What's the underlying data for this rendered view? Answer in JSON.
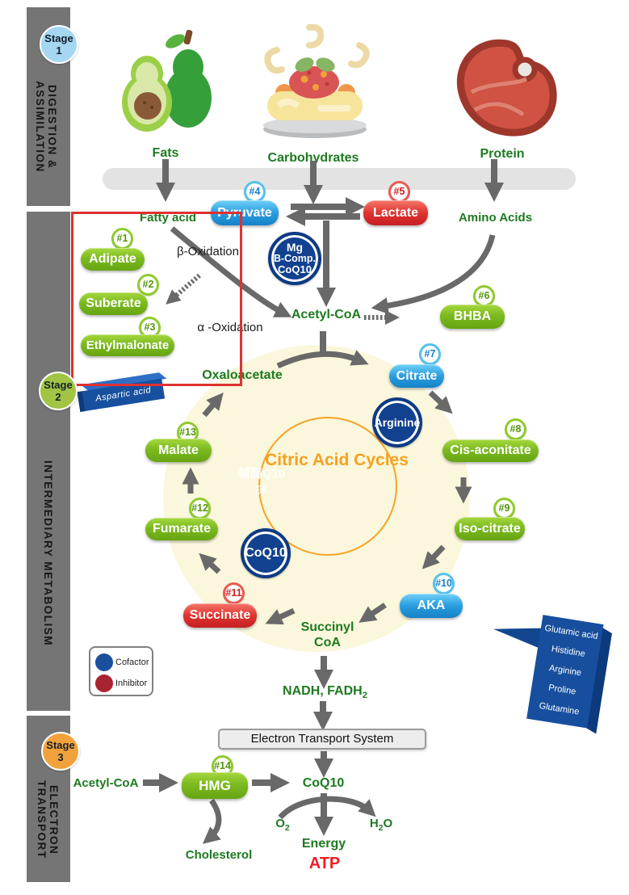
{
  "sidebar": {
    "stages": [
      {
        "word": "Stage",
        "num": "1",
        "lines": [
          "DIGESTION &",
          "ASSIMILATION"
        ]
      },
      {
        "word": "Stage",
        "num": "2",
        "lines": [
          "INTERMEDIARY METABOLISM"
        ]
      },
      {
        "word": "Stage",
        "num": "3",
        "lines": [
          "ELECTRON",
          "TRANSPORT"
        ]
      }
    ]
  },
  "foods": {
    "fats": "Fats",
    "carbohydrates": "Carbohydrates",
    "protein": "Protein"
  },
  "row2": {
    "fatty_acid": "Fatty acid",
    "amino_acids": "Amino Acids"
  },
  "oxidation": {
    "beta": "β-Oxidation",
    "alpha": "α -Oxidation"
  },
  "supplement": {
    "lines": [
      "Mg",
      "B-Comp.",
      "CoQ10"
    ]
  },
  "acetyl_coa": "Acetyl-CoA",
  "pills": {
    "adipate": {
      "num": "#1",
      "label": "Adipate"
    },
    "suberate": {
      "num": "#2",
      "label": "Suberate"
    },
    "ethylmalonate": {
      "num": "#3",
      "label": "Ethylmalonate"
    },
    "pyruvate": {
      "num": "#4",
      "label": "Pyruvate"
    },
    "lactate": {
      "num": "#5",
      "label": "Lactate"
    },
    "bhba": {
      "num": "#6",
      "label": "BHBA"
    },
    "citrate": {
      "num": "#7",
      "label": "Citrate"
    },
    "cis_aconitate": {
      "num": "#8",
      "label": "Cis-aconitate"
    },
    "iso_citrate": {
      "num": "#9",
      "label": "Iso-citrate"
    },
    "aka": {
      "num": "#10",
      "label": "AKA"
    },
    "succinate": {
      "num": "#11",
      "label": "Succinate"
    },
    "fumarate": {
      "num": "#12",
      "label": "Fumarate"
    },
    "malate": {
      "num": "#13",
      "label": "Malate"
    },
    "hmg": {
      "num": "#14",
      "label": "HMG"
    }
  },
  "cycle": {
    "title": "Citric Acid Cycles",
    "watermark": [
      "辅酶Q10",
      "环"
    ],
    "oxaloacetate": "Oxaloacetate",
    "succinyl": [
      "Succinyl",
      "CoA"
    ]
  },
  "cofactor_circles": {
    "arginine": "Arginine",
    "coq10": "CoQ10"
  },
  "aspartic_acid": "Aspartic acid",
  "callout": {
    "lines": [
      "Glutamic acid",
      "Histidine",
      "Arginine",
      "Proline",
      "Glutamine"
    ]
  },
  "legend": {
    "cofactor": "Cofactor",
    "inhibitor": "Inhibitor"
  },
  "bottom": {
    "nadh_base": "NADH, FADH",
    "nadh_sub": "2",
    "ets": "Electron Transport System",
    "acetyl_coa": "Acetyl-CoA",
    "coq10": "CoQ10",
    "cholesterol": "Cholesterol",
    "o_base": "O",
    "o_sub": "2",
    "h_base": "H",
    "h_sub": "2",
    "h_tail": "O",
    "energy": "Energy",
    "atp": "ATP"
  },
  "colors": {
    "green_pill": "#74b41c",
    "blue_pill": "#2196dd",
    "red_pill": "#dd2f2c",
    "navy": "#11418f",
    "accent_orange": "#f6a01e",
    "green_text": "#1d7a1f",
    "red_accent": "#e42320",
    "sidebar_gray": "#757575",
    "red_box": "#e03131",
    "stage1": "#a5d6f2",
    "stage2": "#a2c444",
    "stage3": "#f2a23c"
  }
}
